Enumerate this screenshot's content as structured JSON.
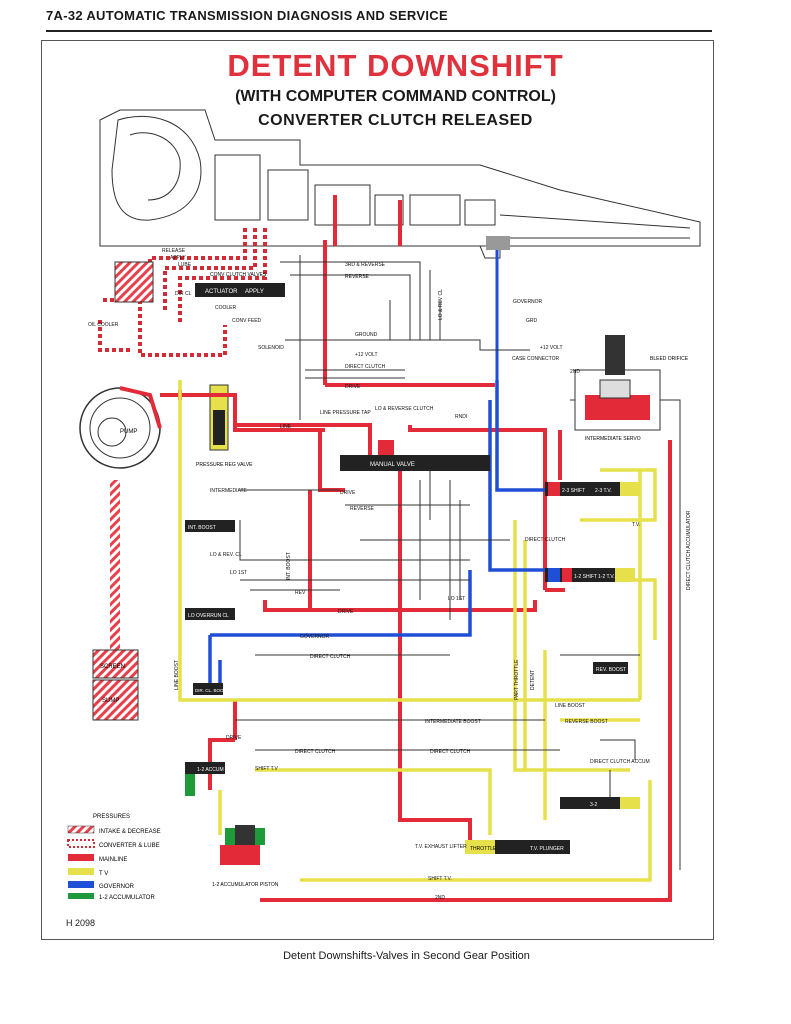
{
  "header": {
    "page_ref": "7A-32 AUTOMATIC TRANSMISSION DIAGNOSIS AND SERVICE"
  },
  "title": {
    "main": "DETENT DOWNSHIFT",
    "sub": "(WITH COMPUTER COMMAND CONTROL)",
    "sub2": "CONVERTER CLUTCH RELEASED"
  },
  "figure_id": "H 2098",
  "caption": "Detent Downshifts-Valves in Second Gear Position",
  "colors": {
    "intake": "#e8404a",
    "converter": "#d42a36",
    "mainline": "#e22a38",
    "tv": "#e6e04a",
    "governor": "#1f4fd6",
    "accumulator": "#1f9a3a",
    "exhaust": "#3a3a3a"
  },
  "legend": {
    "heading": "PRESSURES",
    "items": [
      {
        "label": "INTAKE & DECREASE",
        "color": "#e8404a",
        "style": "hatched"
      },
      {
        "label": "CONVERTER & LUBE",
        "color": "#d42a36",
        "style": "dotted"
      },
      {
        "label": "MAINLINE",
        "color": "#e22a38",
        "style": "solid"
      },
      {
        "label": "T V",
        "color": "#e6e04a",
        "style": "solid"
      },
      {
        "label": "GOVERNOR",
        "color": "#1f4fd6",
        "style": "solid"
      },
      {
        "label": "1-2 ACCUMULATOR",
        "color": "#1f9a3a",
        "style": "solid"
      }
    ]
  },
  "labels": {
    "release": "RELEASE",
    "apply": "APPLY",
    "lube": "LUBE",
    "conv_clutch_valves": "CONV CLUTCH VALVES",
    "actuator": "ACTUATOR",
    "apply_valve": "APPLY",
    "dir_cl": "DIR CL",
    "cooler": "COOLER",
    "conv_feed": "CONV FEED",
    "oil_cooler": "OIL COOLER",
    "third_reverse": "3RD & REVERSE",
    "reverse": "REVERSE",
    "governor": "GOVERNOR",
    "grd": "GRD",
    "ground": "GROUND",
    "plus12v": "+12 VOLT",
    "plus12v_b": "+12 VOLT",
    "case_connector": "CASE CONNECTOR",
    "solenoid": "SOLENOID",
    "direct_clutch": "DIRECT CLUTCH",
    "drive": "DRIVE",
    "bleed_orifice": "BLEED ORIFICE",
    "second": "2ND",
    "intermediate_servo": "INTERMEDIATE SERVO",
    "lo_rev_clutch": "LO & REVERSE CLUTCH",
    "rnd": "RNDI",
    "line_pressure_tap": "LINE PRESSURE TAP",
    "line": "LINE",
    "pump": "PUMP",
    "pressure_reg_valve": "PRESSURE REG VALVE",
    "manual_valve": "MANUAL VALVE",
    "intermediate": "INTERMEDIATE",
    "drive_b": "DRIVE",
    "reverse_b": "REVERSE",
    "lo_rev_cl": "LO & REV. CL",
    "lo_1st": "LO 1ST",
    "lo_overrun": "LO OVERRUN CL",
    "rev": "REV",
    "lo_1st_b": "LO 1ST",
    "drive_c": "DRIVE",
    "governor_b": "GOVERNOR",
    "direct_clutch_b": "DIRECT CLUTCH",
    "dir_cl_boost": "DIR. CL. BOOST",
    "int_boost": "INT. BOOST",
    "screen": "SCREEN",
    "sump": "SUMP",
    "drive_d": "DRIVE",
    "direct_clutch_c": "DIRECT CLUTCH",
    "direct_clutch_d": "DIRECT CLUTCH",
    "one_two_accum": "1-2 ACCUM",
    "shift_tv": "SHIFT T.V",
    "one_two_accumulator_piston": "1-2 ACCUMULATOR PISTON",
    "intermediate_boost": "INTERMEDIATE BOOST",
    "reverse_boost": "REVERSE BOOST",
    "line_boost": "LINE BOOST",
    "rev_boost": "REV. BOOST",
    "two_three_shift": "2-3 SHIFT",
    "two_three_tv": "2-3 T.V.",
    "one_two_shift": "1-2 SHIFT",
    "one_two_tv": "1-2 T.V.",
    "three_two": "3-2",
    "direct_clutch_accum": "DIRECT CLUTCH ACCUM",
    "tv_exhaust_lifter": "T.V. EXHAUST LIFTER",
    "throttle": "THROTTLE",
    "tv_plunger": "T.V. PLUNGER",
    "part_throttle": "PART THROTTLE",
    "direct_clutch_accumulator": "DIRECT CLUTCH ACCUMULATOR",
    "detent": "DETENT",
    "tv": "T.V.",
    "shift_tv_b": "SHIFT T.V.",
    "two_nd": "2ND",
    "lo_rev": "LO & REV CL",
    "boost": "BOOST"
  }
}
